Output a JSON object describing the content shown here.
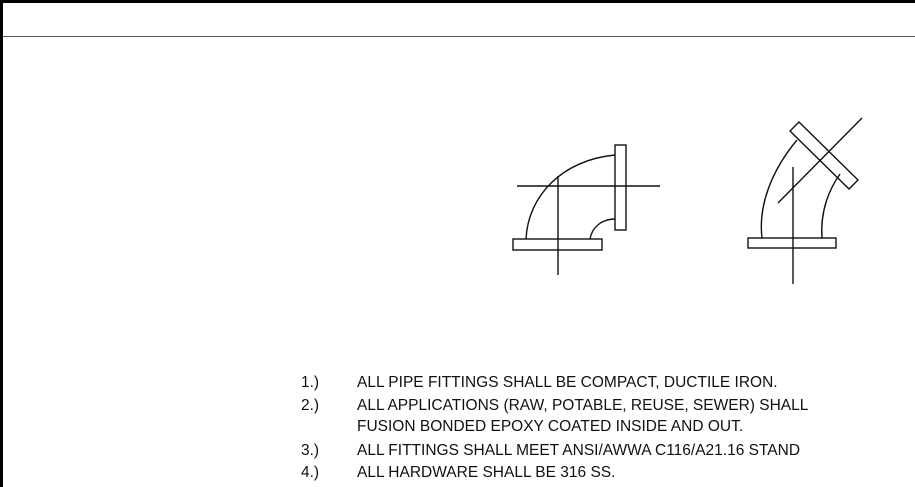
{
  "notes": [
    {
      "num": "1.)",
      "lines": [
        "ALL PIPE FITTINGS SHALL BE COMPACT, DUCTILE IRON."
      ]
    },
    {
      "num": "2.)",
      "lines": [
        "ALL APPLICATIONS (RAW, POTABLE, REUSE, SEWER) SHALL",
        "FUSION BONDED EPOXY COATED INSIDE AND OUT."
      ]
    },
    {
      "num": "3.)",
      "lines": [
        "ALL FITTINGS SHALL MEET ANSI/AWWA C116/A21.16 STAND"
      ]
    },
    {
      "num": "4.)",
      "lines": [
        "ALL HARDWARE SHALL BE 316 SS."
      ]
    }
  ]
}
